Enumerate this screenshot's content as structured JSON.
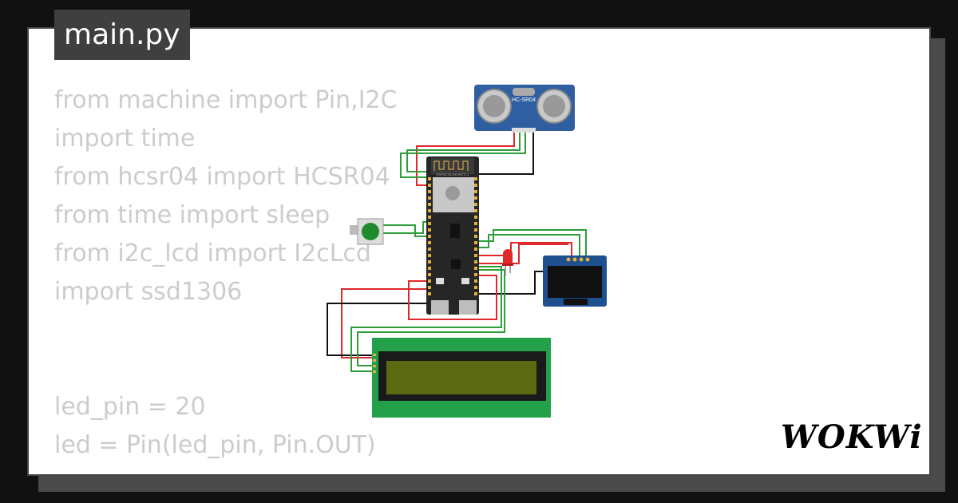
{
  "file_tab": {
    "label": "main.py"
  },
  "code_lines": [
    "from machine import Pin,I2C",
    "import time",
    "from hcsr04 import HCSR04",
    "from time import sleep",
    "from i2c_lcd import I2cLcd",
    "import ssd1306",
    "",
    "",
    "led_pin = 20",
    "led = Pin(led_pin, Pin.OUT)"
  ],
  "circuit": {
    "sensor_label": "HC-SR04",
    "board_label": "ESP32-S3-DEVKITC-1"
  },
  "brand": {
    "logo": "WOKWi"
  },
  "colors": {
    "background": "#111111",
    "card": "#ffffff",
    "code_text": "#cccccc",
    "wire_red": "#e0282a",
    "wire_green": "#2e9e3a",
    "wire_black": "#111111",
    "lcd_board": "#22a14a",
    "lcd_screen": "#5c6b12",
    "sensor_board": "#2f5fa0",
    "oled_board": "#1e4f8f",
    "button_cap": "#1f8b2c"
  }
}
